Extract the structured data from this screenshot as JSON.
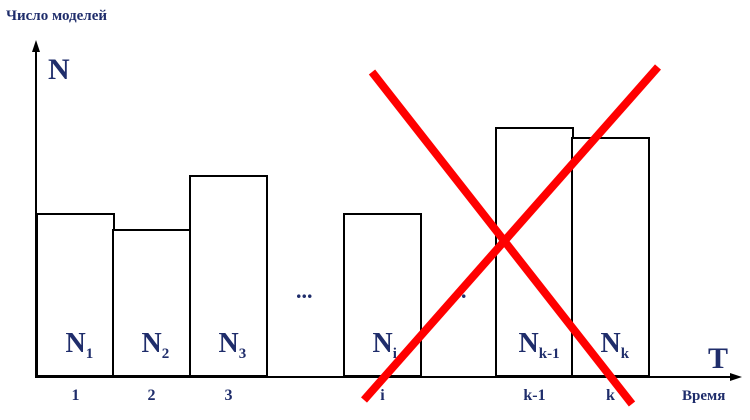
{
  "y_axis_title": "Число моделей",
  "y_axis_symbol": "N",
  "x_axis_symbol": "T",
  "x_axis_title": "Время",
  "ellipsis_main": "...",
  "ellipsis_small": ".",
  "colors": {
    "text": "#1f2d6b",
    "axis": "#000000",
    "bar_stroke": "#000000",
    "cross": "#ff0000"
  },
  "chart_data": {
    "type": "bar",
    "bars": [
      {
        "label": "1",
        "symbol": "N",
        "sub": "1",
        "height_frac": 0.6
      },
      {
        "label": "2",
        "symbol": "N",
        "sub": "2",
        "height_frac": 0.54
      },
      {
        "label": "3",
        "symbol": "N",
        "sub": "3",
        "height_frac": 0.74
      },
      {
        "label": "i",
        "symbol": "N",
        "sub": "i",
        "height_frac": 0.6
      },
      {
        "label": "k-1",
        "symbol": "N",
        "sub": "k-1",
        "height_frac": 0.92
      },
      {
        "label": "k",
        "symbol": "N",
        "sub": "k",
        "height_frac": 0.88
      }
    ],
    "crossed_out": [
      "i",
      "k-1",
      "k"
    ]
  }
}
